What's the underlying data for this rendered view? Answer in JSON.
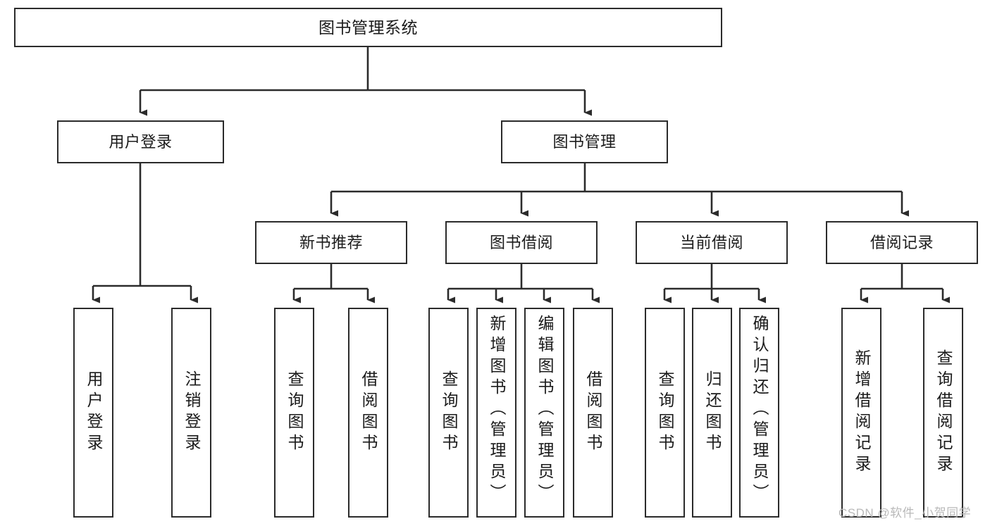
{
  "diagram": {
    "title": "图书管理系统",
    "type": "hierarchy-tree",
    "watermark": "CSDN @软件_小贺同学",
    "colors": {
      "stroke": "#2b2b2b",
      "fill": "#ffffff",
      "text": "#1b1b1b",
      "watermark": "#b9b9b9"
    },
    "levels": {
      "root": "图书管理系统",
      "level1": [
        "用户登录",
        "图书管理"
      ],
      "level2": [
        "新书推荐",
        "图书借阅",
        "当前借阅",
        "借阅记录"
      ]
    },
    "nodes": {
      "root": {
        "label": "图书管理系统"
      },
      "user_login": {
        "label": "用户登录"
      },
      "book_mgmt": {
        "label": "图书管理"
      },
      "new_book_rec": {
        "label": "新书推荐"
      },
      "book_borrow": {
        "label": "图书借阅"
      },
      "current_borrow": {
        "label": "当前借阅"
      },
      "borrow_record": {
        "label": "借阅记录"
      }
    },
    "leaves": {
      "user_login": [
        {
          "label": "用户登录"
        },
        {
          "label": "注销登录"
        }
      ],
      "new_book_rec": [
        {
          "label": "查询图书"
        },
        {
          "label": "借阅图书"
        }
      ],
      "book_borrow": [
        {
          "label": "查询图书"
        },
        {
          "label": "新增图书（管理员）"
        },
        {
          "label": "编辑图书（管理员）"
        },
        {
          "label": "借阅图书"
        }
      ],
      "current_borrow": [
        {
          "label": "查询图书"
        },
        {
          "label": "归还图书"
        },
        {
          "label": "确认归还（管理员）"
        }
      ],
      "borrow_record": [
        {
          "label": "新增借阅记录"
        },
        {
          "label": "查询借阅记录"
        }
      ]
    }
  }
}
